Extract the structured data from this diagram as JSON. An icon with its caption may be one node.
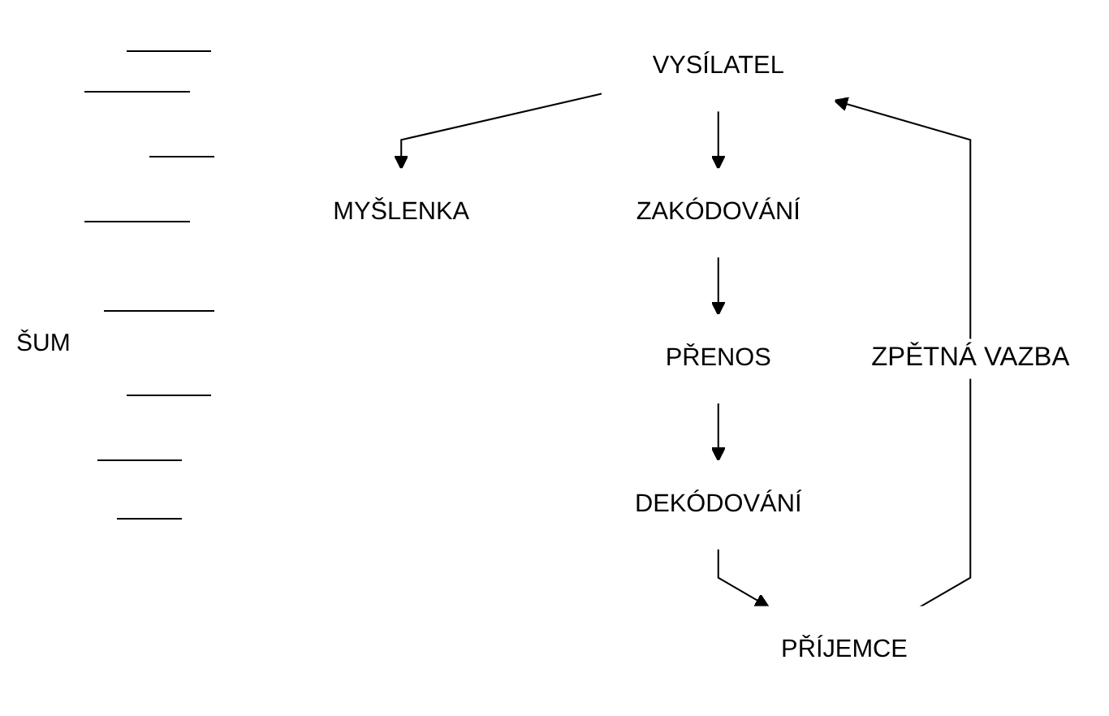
{
  "diagram": {
    "nodes": [
      {
        "text": [
          "MYŠLENKA"
        ]
      },
      {
        "text": [
          "VYSÍLATEL"
        ]
      },
      {
        "text": [
          "ZAKÓDOVÁNÍ"
        ]
      },
      {
        "text": [
          "PŘENOS"
        ]
      },
      {
        "text": [
          "DEKÓDOVÁNÍ"
        ]
      },
      {
        "text": [
          "PŘÍJEMCE"
        ]
      }
    ],
    "edges": [
      {
        "from": 1,
        "to": 0,
        "arrow": "to"
      },
      {
        "from": 1,
        "to": 2,
        "arrow": "to"
      },
      {
        "from": 2,
        "to": 3,
        "arrow": "to"
      },
      {
        "from": 3,
        "to": 4,
        "arrow": "to"
      },
      {
        "from": 4,
        "to": 5,
        "arrow": "to"
      },
      {
        "from": 5,
        "to": 1,
        "arrow": "to",
        "label": "ZPĚTNÁ VAZBA"
      }
    ],
    "labels": [
      "ŠUM"
    ]
  }
}
